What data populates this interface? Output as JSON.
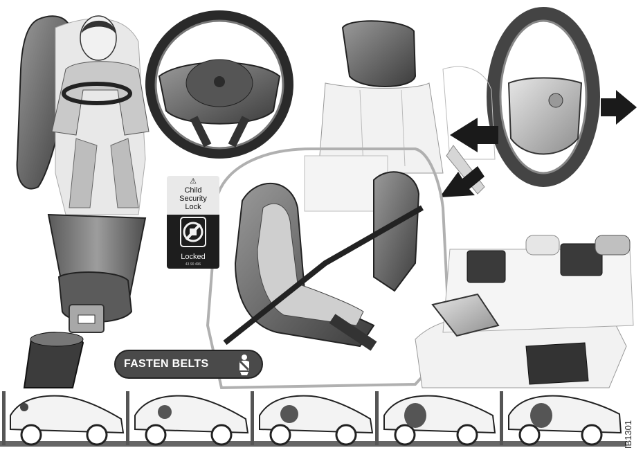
{
  "child_lock_label": {
    "line1": "Child",
    "line2": "Security",
    "line3": "Lock",
    "status": "Locked",
    "code": "43 90 496"
  },
  "fasten_belts_label": "FASTEN BELTS",
  "figure_code": "IB1301",
  "icons": {
    "warning": "warning-triangle-icon",
    "lock": "padlock-crossed-icon",
    "seatbelt": "seatbelt-person-icon"
  },
  "colors": {
    "background": "#ffffff",
    "panel_dark": "#1d1d1d",
    "sign_fill": "#4a4a4a"
  }
}
